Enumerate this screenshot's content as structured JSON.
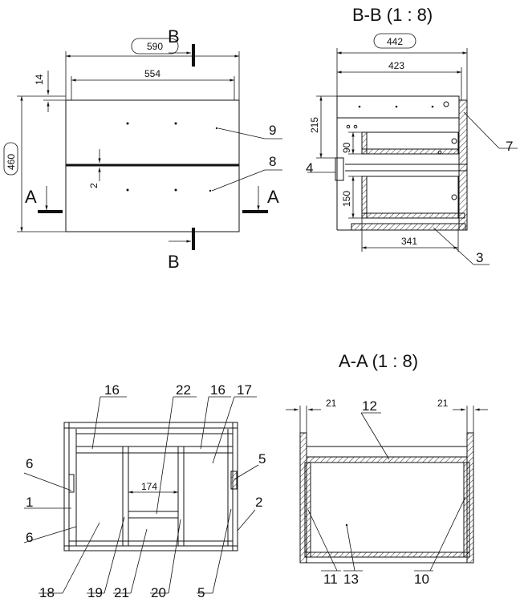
{
  "views": {
    "front": {
      "dims": {
        "overall_width": "590",
        "inner_width": "554",
        "height": "460",
        "top_offset": "14",
        "gap": "2"
      },
      "section_labels": {
        "b_top": "B",
        "b_bottom": "B",
        "a_left": "A",
        "a_right": "A"
      },
      "callouts": {
        "panel_upper": "9",
        "panel_lower": "8"
      }
    },
    "section_bb": {
      "title": "B-B (1 : 8)",
      "dims": {
        "overall_depth": "442",
        "inner_depth": "423",
        "upper_height": "215",
        "drawer_height_upper": "90",
        "drawer_height_lower": "150",
        "drawer_depth": "341"
      },
      "callouts": {
        "back": "7",
        "handle": "4",
        "bottom": "3"
      }
    },
    "rear": {
      "dims": {
        "inner_span": "174"
      },
      "callouts": {
        "c16a": "16",
        "c22": "22",
        "c16b": "16",
        "c17": "17",
        "c6a": "6",
        "c5a": "5",
        "c1": "1",
        "c2": "2",
        "c6b": "6",
        "c18": "18",
        "c19": "19",
        "c21": "21",
        "c20": "20",
        "c5b": "5"
      }
    },
    "section_aa": {
      "title": "A-A (1 : 8)",
      "dims": {
        "left_thickness": "21",
        "right_thickness": "21"
      },
      "callouts": {
        "c12": "12",
        "c11": "11",
        "c13": "13",
        "c10": "10"
      }
    }
  }
}
